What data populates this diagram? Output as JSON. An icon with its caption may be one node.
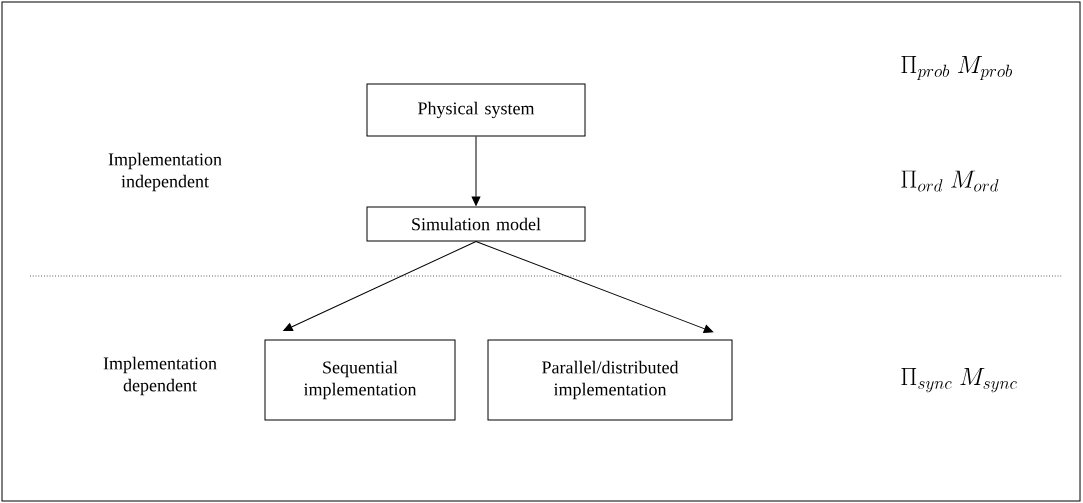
{
  "diagram": {
    "nodes": [
      {
        "text": [
          "Physical system"
        ]
      },
      {
        "text": [
          "Simulation model"
        ]
      },
      {
        "text": [
          "Sequential implementation"
        ]
      },
      {
        "text": [
          "Parallel/distributed implementation"
        ]
      }
    ],
    "edges": [
      {
        "from": 0,
        "to": 1,
        "arrow": "to"
      },
      {
        "from": 1,
        "to": 2,
        "arrow": "to"
      },
      {
        "from": 1,
        "to": 3,
        "arrow": "to"
      }
    ],
    "labels": [
      "Implementation independent",
      "Implementation dependent",
      "\\Pi_{prob}\\;M_{prob}",
      "\\Pi_{ord}\\;M_{ord}",
      "\\Pi_{sync}\\;M_{sync}"
    ]
  }
}
